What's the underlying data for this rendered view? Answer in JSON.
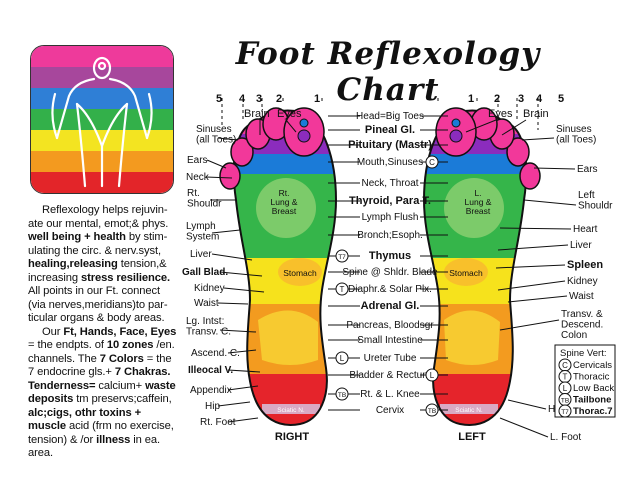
{
  "title": "Foot Reflexology Chart",
  "colors": {
    "pink": "#f2389a",
    "magenta": "#e9168f",
    "purple": "#8b2cbd",
    "blue": "#1b7bd8",
    "green": "#35b54a",
    "yellow": "#f6e21c",
    "orange": "#f39b1f",
    "red": "#e5242b"
  },
  "chakra_bands": [
    "#ee3a9b",
    "#a7479c",
    "#2f7fd6",
    "#33b04a",
    "#f3e421",
    "#f39a1f",
    "#e32529"
  ],
  "description": {
    "p1": {
      "t1": "Reflexology helps rejuvin-ate our mental, emot;& phys. ",
      "b1": "well being + health",
      "t2": " by stim-ulating the circ. & nerv.syst, ",
      "b2": "healing,releasing",
      "t3": " tension,& increasing ",
      "b3": "stress resilience.",
      "t4": " All points in our Ft. connect (via nerves,meridians)to par-ticular organs & body areas."
    },
    "p2": {
      "t1": "Our ",
      "b1": "Ft, Hands, Face, Eyes",
      "t2": " = the endpts. of ",
      "b2": "10 zones",
      "t3": " /en. channels. The ",
      "b3": "7 Colors",
      "t4": " = the 7 endocrine gls.+ ",
      "b4": "7 Chakras.",
      "b5": " Tenderness=",
      "t5": " calcium+ ",
      "b6": "waste deposits",
      "t6": " tm preservs;caffein, ",
      "b7": "alc;cigs, othr toxins + muscle",
      "t7": " acid (frm no exercise, tension) & /or ",
      "b8": "illness",
      "t8": " in ea. area."
    }
  },
  "zones_left_foot": [
    "5",
    "4",
    "3",
    "2",
    "1"
  ],
  "zones_right_foot": [
    "1",
    "2",
    "3",
    "4",
    "5"
  ],
  "left_labels": {
    "brain": "Brain",
    "eyes": "Eyes",
    "sinuses": "Sinuses\n(all Toes)",
    "ears": "Ears",
    "neck": "Neck",
    "rt_shoulder": "Rt.\nShouldr",
    "lymph_system": "Lymph\nSystem",
    "liver": "Liver",
    "gall_blad": "Gall Blad.",
    "kidney": "Kidney",
    "waist": "Waist",
    "lg_intst": "Lg. Intst:\nTransv. C.",
    "ascend": "Ascend. C.",
    "illeocal": "Illeocal V.",
    "appendix": "Appendix",
    "hip": "Hip",
    "rt_foot": "Rt. Foot"
  },
  "right_labels": {
    "brain": "Brain",
    "eyes": "Eyes",
    "sinuses": "Sinuses\n(all Toes)",
    "ears": "Ears",
    "left_shoulder": "Left\nShouldr",
    "heart": "Heart",
    "liver": "Liver",
    "spleen": "Spleen",
    "kidney": "Kidney",
    "waist": "Waist",
    "transv": "Transv. &\nDescend.\nColon",
    "hip": "Hip",
    "l_foot": "L. Foot"
  },
  "center_labels": [
    {
      "text": "Head=Big Toes",
      "bold": false
    },
    {
      "text": "Pineal Gl.",
      "bold": true
    },
    {
      "text": "Pituitary (Mastr)",
      "bold": true
    },
    {
      "text": "Mouth,Sinuses",
      "bold": false,
      "badge": "C"
    },
    {
      "text": "Neck, Throat",
      "bold": false
    },
    {
      "text": "Thyroid, Para T.",
      "bold": true
    },
    {
      "text": "Lymph Flush",
      "bold": false
    },
    {
      "text": "Bronch;Esoph.",
      "bold": false
    },
    {
      "text": "Thymus",
      "bold": true,
      "badge": "T7"
    },
    {
      "text": "Spine @ Shldr. Blade",
      "bold": false
    },
    {
      "text": "Diaphr.& Solar Plx.",
      "bold": false,
      "badge": "T"
    },
    {
      "text": "Adrenal Gl.",
      "bold": true
    },
    {
      "text": "Pancreas, Bloodsgr",
      "bold": false,
      "boldpart": "Pancreas,"
    },
    {
      "text": "Small Intestine",
      "bold": false
    },
    {
      "text": "Ureter Tube",
      "bold": false,
      "badge": "L"
    },
    {
      "text": "Bladder & Rectum",
      "bold": false,
      "badge": "L"
    },
    {
      "text": "Rt. & L. Knee",
      "bold": false,
      "badge": "TB"
    },
    {
      "text": "Cervix",
      "bold": false,
      "badge": "TB"
    }
  ],
  "foot_inner_labels": {
    "rt_lung": "Rt.\nLung &\nBreast",
    "l_lung": "L.\nLung &\nBreast",
    "stomach_left": "Stomach",
    "stomach_right": "Stomach",
    "sciatic_left": "Sciatic N.",
    "sciatic_right": "Sciatic N."
  },
  "foot_captions": {
    "right": "RIGHT",
    "left": "LEFT"
  },
  "spine_legend": {
    "title": "Spine Vert:",
    "items": [
      {
        "badge": "C",
        "label": "Cervicals"
      },
      {
        "badge": "T",
        "label": "Thoracic"
      },
      {
        "badge": "L",
        "label": "Low Back"
      },
      {
        "badge": "TB",
        "label": "Tailbone"
      },
      {
        "badge": "T7",
        "label": "Thorac.7"
      }
    ]
  }
}
